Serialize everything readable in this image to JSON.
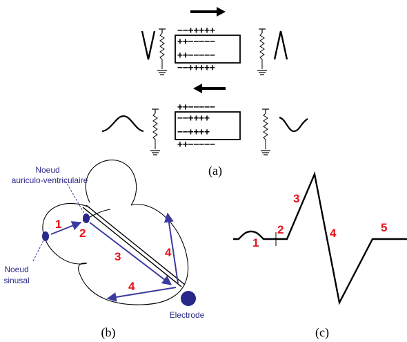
{
  "panel_a": {
    "caption": "(a)",
    "top_dipole": {
      "upper_row": "−−+++++",
      "inner_upper": "++−−−−−",
      "inner_lower": "++−−−−−",
      "lower_row": "−−+++++"
    },
    "bottom_dipole": {
      "upper_row": "++−−−−−",
      "inner_upper": "−−++++",
      "inner_lower": "−−++++",
      "lower_row": "++−−−−−"
    }
  },
  "panel_b": {
    "caption": "(b)",
    "labels": {
      "av_node_line1": "Noeud",
      "av_node_line2": "auriculo-ventriculaire",
      "sa_node_line1": "Noeud",
      "sa_node_line2": "sinusal",
      "electrode": "Electrode"
    },
    "numbers": [
      "1",
      "2",
      "3",
      "4",
      "4"
    ]
  },
  "panel_c": {
    "caption": "(c)",
    "numbers": [
      "1",
      "2",
      "3",
      "4",
      "5"
    ]
  },
  "colors": {
    "label_blue": "#2b2b8a",
    "arrow_blue": "#3a3aa0",
    "number_red": "#e8101a",
    "node_navy": "#27288a"
  }
}
